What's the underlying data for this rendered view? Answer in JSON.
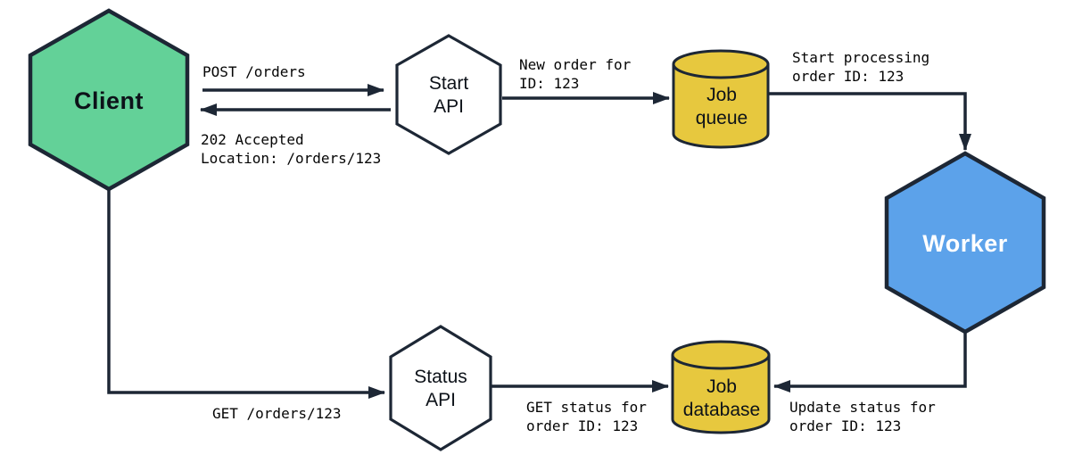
{
  "title": "Async order processing diagram",
  "colors": {
    "client_fill": "#63d198",
    "worker_fill": "#5ca2ea",
    "queue_fill": "#e7c83e",
    "api_fill": "#ffffff",
    "stroke": "#1d2735"
  },
  "nodes": {
    "client": {
      "label": "Client",
      "shape": "hexagon"
    },
    "start_api": {
      "label": "Start\nAPI",
      "shape": "hexagon"
    },
    "job_queue": {
      "label": "Job\nqueue",
      "shape": "cylinder"
    },
    "worker": {
      "label": "Worker",
      "shape": "hexagon"
    },
    "status_api": {
      "label": "Status\nAPI",
      "shape": "hexagon"
    },
    "job_database": {
      "label": "Job\ndatabase",
      "shape": "cylinder"
    }
  },
  "edges": {
    "post_orders": {
      "label": "POST /orders",
      "from": "client",
      "to": "start_api"
    },
    "accepted": {
      "label": "202 Accepted\nLocation: /orders/123",
      "from": "start_api",
      "to": "client"
    },
    "new_order": {
      "label": "New order for\nID: 123",
      "from": "start_api",
      "to": "job_queue"
    },
    "start_processing": {
      "label": "Start processing\norder ID: 123",
      "from": "job_queue",
      "to": "worker"
    },
    "get_orders": {
      "label": "GET /orders/123",
      "from": "client",
      "to": "status_api"
    },
    "get_status": {
      "label": "GET status for\norder ID: 123",
      "from": "status_api",
      "to": "job_database"
    },
    "update_status": {
      "label": "Update status for\norder ID: 123",
      "from": "worker",
      "to": "job_database"
    }
  }
}
